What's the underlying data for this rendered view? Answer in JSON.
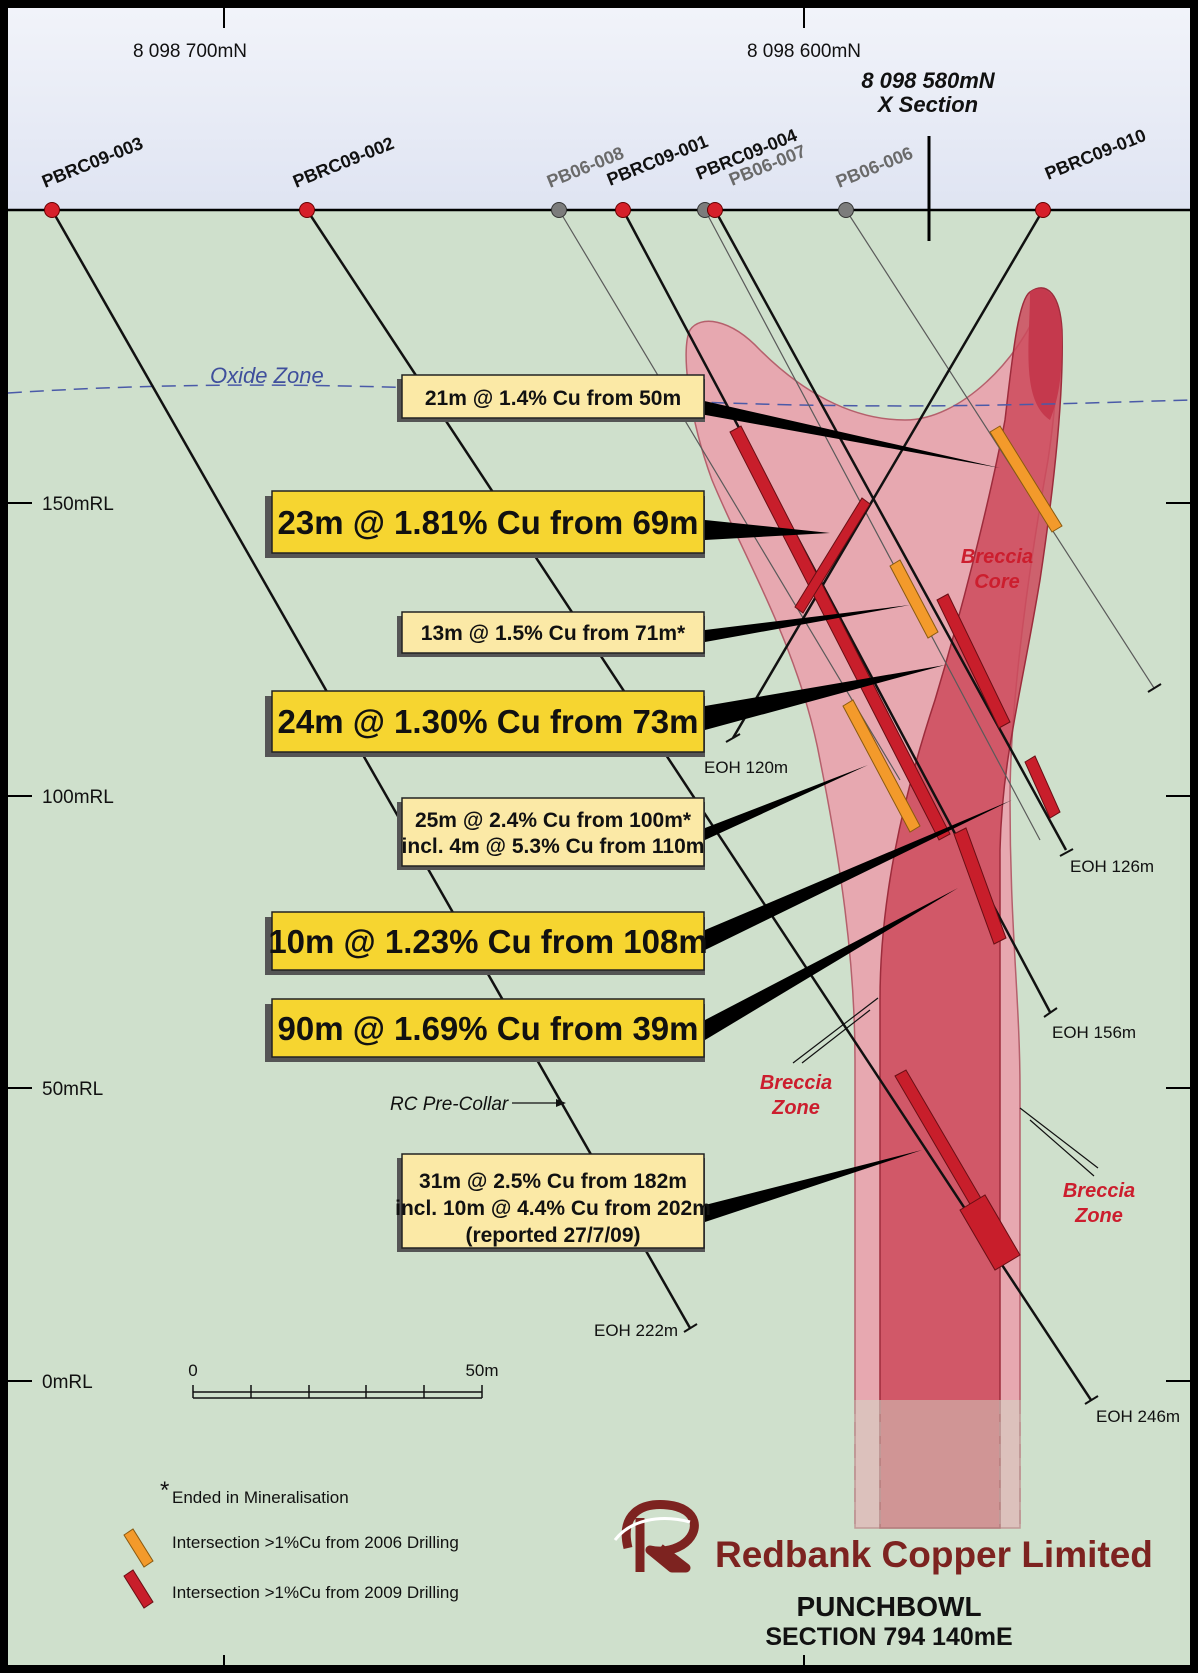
{
  "northings": [
    "8 098 700mN",
    "8 098 600mN"
  ],
  "section_label": [
    "8 098 580mN",
    "X Section"
  ],
  "rl_labels": [
    "150mRL",
    "100mRL",
    "50mRL",
    "0mRL"
  ],
  "drill_holes": [
    {
      "name": "PBRC09-003",
      "status": "2009"
    },
    {
      "name": "PBRC09-002",
      "status": "2009"
    },
    {
      "name": "PB06-008",
      "status": "2006"
    },
    {
      "name": "PBRC09-001",
      "status": "2009"
    },
    {
      "name": "PBRC09-004",
      "status": "2009"
    },
    {
      "name": "PB06-007",
      "status": "2006"
    },
    {
      "name": "PB06-006",
      "status": "2006"
    },
    {
      "name": "PBRC09-010",
      "status": "2009"
    }
  ],
  "oxide_zone": "Oxide Zone",
  "intercepts": [
    {
      "lines": [
        "21m @ 1.4% Cu from 50m"
      ]
    },
    {
      "lines": [
        "23m @ 1.81% Cu from 69m"
      ]
    },
    {
      "lines": [
        "13m @ 1.5% Cu from 71m*"
      ]
    },
    {
      "lines": [
        "24m @ 1.30% Cu from 73m"
      ]
    },
    {
      "lines": [
        "25m @ 2.4% Cu from 100m*",
        "incl. 4m @ 5.3% Cu from 110m"
      ]
    },
    {
      "lines": [
        "10m @ 1.23% Cu from 108m"
      ]
    },
    {
      "lines": [
        "90m @ 1.69% Cu from 39m"
      ]
    },
    {
      "lines": [
        "31m @ 2.5% Cu from 182m",
        "incl. 10m @ 4.4% Cu from 202m",
        "(reported 27/7/09)"
      ]
    }
  ],
  "eoh_labels": [
    "EOH 120m",
    "EOH 126m",
    "EOH 156m",
    "EOH 222m",
    "EOH 246m"
  ],
  "zones": {
    "core": [
      "Breccia",
      "Core"
    ],
    "zone_a": [
      "Breccia",
      "Zone"
    ],
    "zone_b": [
      "Breccia",
      "Zone"
    ]
  },
  "rc_precollar": "RC Pre-Collar",
  "scale": {
    "start": "0",
    "end": "50m"
  },
  "legend": {
    "note_mark": "*",
    "note": "Ended in Mineralisation",
    "item_2006": "Intersection >1%Cu from 2006 Drilling",
    "item_2009": "Intersection >1%Cu from 2009 Drilling"
  },
  "company": "Redbank Copper Limited",
  "project": "PUNCHBOWL",
  "section": "SECTION 794 140mE",
  "colors": {
    "background": "#cfe0cc",
    "sky": "#e8ecf6",
    "box_fill": "#fbe9a6",
    "big_box_fill": "#f6d530",
    "hole_2009": "#d6202a",
    "hole_2006": "#7c7c7c",
    "intersect_2006": "#f39a2b",
    "intersect_2009": "#c81e2b",
    "breccia_zone": "#e7a8b0",
    "breccia_core": "#cd4a5c",
    "brand": "#7d2320"
  }
}
